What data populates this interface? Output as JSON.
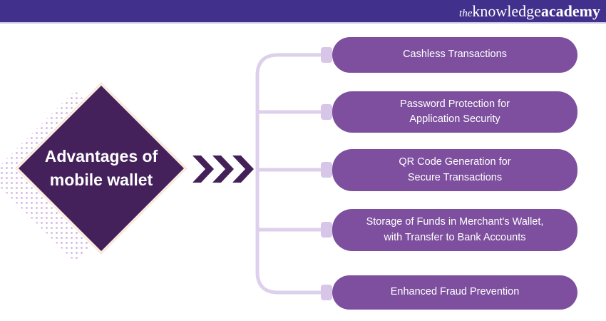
{
  "header": {
    "logo_the": "the",
    "logo_knowledge": "knowledge",
    "logo_academy": "academy"
  },
  "diamond": {
    "title": "Advantages of\nmobile wallet"
  },
  "advantages": [
    {
      "label": "Cashless Transactions"
    },
    {
      "label": "Password Protection for\nApplication Security"
    },
    {
      "label": "QR Code Generation for\nSecure Transactions"
    },
    {
      "label": "Storage of Funds in Merchant's Wallet,\nwith Transfer to Bank Accounts"
    },
    {
      "label": "Enhanced Fraud Prevention"
    }
  ],
  "colors": {
    "header_bg": "#41318C",
    "header_underline": "#CCC3E4",
    "diamond_fill": "#44215A",
    "diamond_border": "#FDEEDD",
    "box_fill": "#7D4F9E",
    "connector": "#DDD0EC",
    "plug": "#D8C6E8",
    "chevron": "#432058",
    "dots": "#D9B9E6",
    "text_light": "#FFFFFF"
  }
}
